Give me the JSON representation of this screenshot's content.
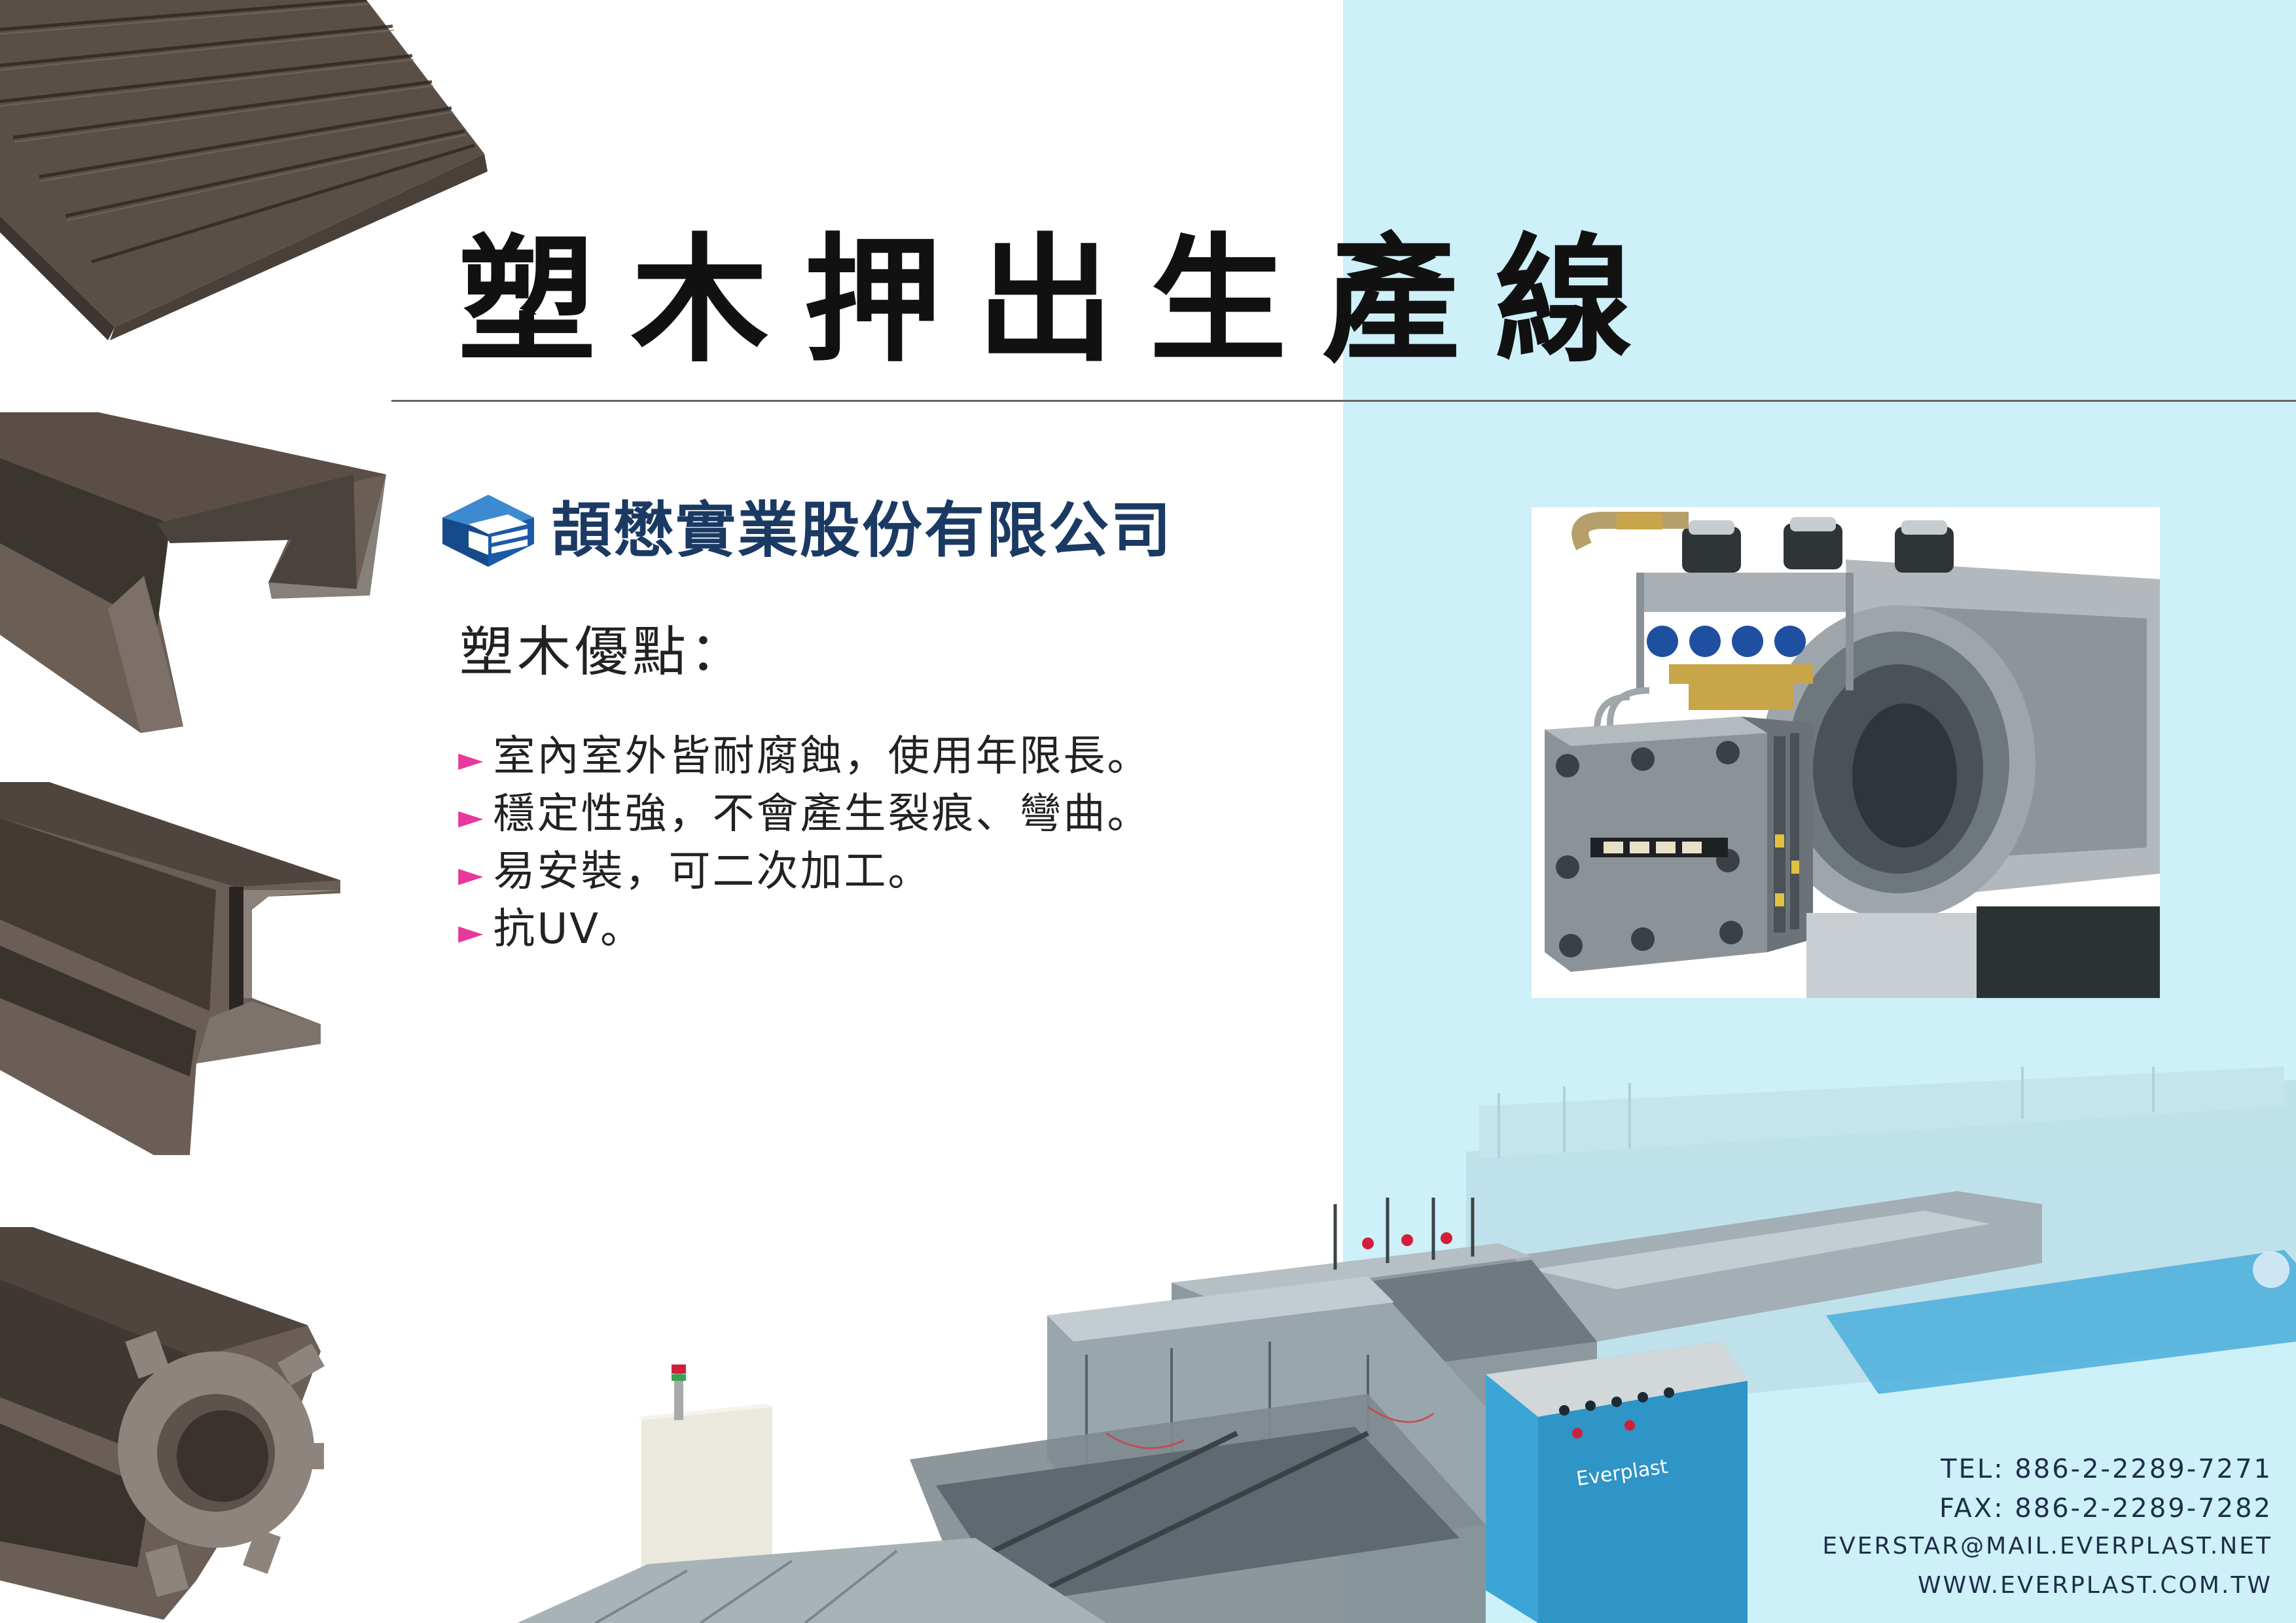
{
  "title": "塑木押出生產線",
  "company": {
    "name": "頡懋實業股份有限公司",
    "logo_icon": "company-logo-icon",
    "brand_color": "#1b3a63"
  },
  "advantages": {
    "heading": "塑木優點：",
    "bullet_symbol": "►",
    "bullet_color": "#e6399b",
    "items": [
      "室內室外皆耐腐蝕，使用年限長。",
      "穩定性強，不會產生裂痕、彎曲。",
      "易安裝，可二次加工。",
      "抗UV。"
    ]
  },
  "contact": {
    "tel": "TEL: 886-2-2289-7271",
    "fax": "FAX: 886-2-2289-7282",
    "email": "EVERSTAR@MAIL.EVERPLAST.NET",
    "web": "WWW.EVERPLAST.COM.TW"
  },
  "machine": {
    "brand_text": "Everplast"
  },
  "colors": {
    "right_panel": "#cdf0f9",
    "machine_blue": "#3aa6d8",
    "wood": "#5a4e45"
  }
}
